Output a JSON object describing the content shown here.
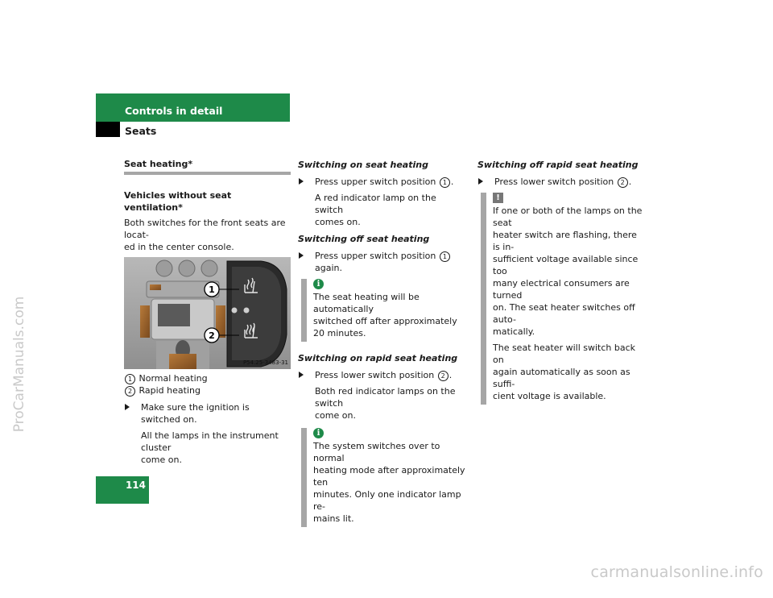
{
  "header": {
    "title": "Controls in detail",
    "subtitle": "Seats"
  },
  "page_number": "114",
  "watermarks": {
    "left": "ProCarManuals.com",
    "bottom": "carmanualsonline.info"
  },
  "column1": {
    "section_title": "Seat heating*",
    "subsection_title": "Vehicles without seat ventilation*",
    "intro": "Both switches for the front seats are locat-\ned in the center console.",
    "photo_code": "P54.25-3483-31",
    "photo_callouts": [
      "1",
      "2"
    ],
    "legend": [
      {
        "num": "1",
        "label": "Normal heating"
      },
      {
        "num": "2",
        "label": "Rapid heating"
      }
    ],
    "step": "Make sure the ignition is switched on.",
    "step_result": "All the lamps in the instrument cluster\ncome on."
  },
  "column2": {
    "on_title": "Switching on seat heating",
    "on_step_pre": "Press upper switch position",
    "on_step_num": "1",
    "on_step_post": ".",
    "on_result": "A red indicator lamp on the switch\ncomes on.",
    "off_title": "Switching off seat heating",
    "off_step_pre": "Press upper switch position",
    "off_step_num": "1",
    "off_step_post": " again.",
    "note1_icon": "i",
    "note1": "The seat heating will be automatically\nswitched off after approximately\n20 minutes.",
    "rapid_title": "Switching on rapid seat heating",
    "rapid_step_pre": "Press lower switch position",
    "rapid_step_num": "2",
    "rapid_step_post": ".",
    "rapid_result": "Both red indicator lamps on the switch\ncome on.",
    "note2_icon": "i",
    "note2": "The system switches over to normal\nheating mode after approximately ten\nminutes. Only one indicator lamp re-\nmains lit."
  },
  "column3": {
    "off_rapid_title": "Switching off rapid seat heating",
    "step_pre": "Press lower switch position",
    "step_num": "2",
    "step_post": ".",
    "warn_icon": "!",
    "warn_p1": "If one or both of the lamps on the seat\nheater switch are flashing, there is in-\nsufficient voltage available since too\nmany electrical consumers are turned\non. The seat heater switches off auto-\nmatically.",
    "warn_p2": "The seat heater will switch back on\nagain automatically as soon as suffi-\ncient voltage is available."
  },
  "colors": {
    "brand_green": "#1e8a49",
    "rule_gray": "#a6a6a6"
  }
}
